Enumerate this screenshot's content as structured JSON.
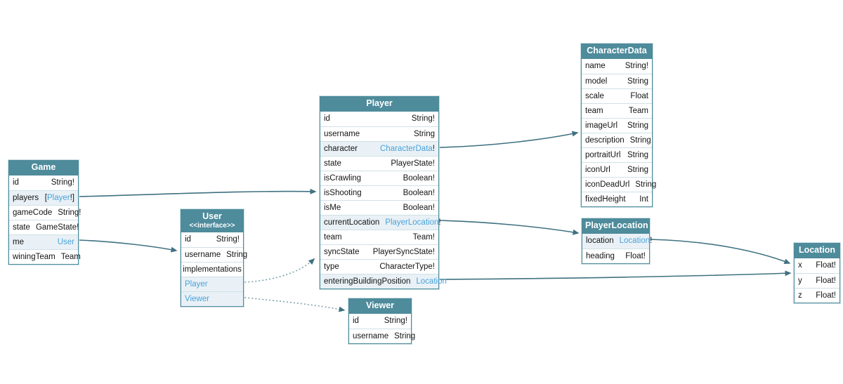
{
  "diagram": {
    "kind": "graphql-schema-type-diagram",
    "background": "#ffffff"
  },
  "colors": {
    "header_bg": "#4e8b9b",
    "header_text": "#ffffff",
    "row_bg": "#ffffff",
    "row_highlight_bg": "#e9f1f6",
    "border": "#4e8b9b",
    "separator": "#cfe1e7",
    "link": "#4aa2d9",
    "edge_solid": "#3f7181",
    "edge_dotted": "#86a8b2",
    "text": "#141414"
  },
  "tables": [
    {
      "title": "Game",
      "rows": [
        {
          "field": "id",
          "type": "String!"
        },
        {
          "field": "players",
          "type": "[Player!]",
          "link": "Player"
        },
        {
          "field": "gameCode",
          "type": "String!"
        },
        {
          "field": "state",
          "type": "GameState!"
        },
        {
          "field": "me",
          "type": "User",
          "link": "User"
        },
        {
          "field": "winingTeam",
          "type": "Team"
        }
      ]
    },
    {
      "title": "User",
      "subtitle": "<<interface>>",
      "rows": [
        {
          "field": "id",
          "type": "String!"
        },
        {
          "field": "username",
          "type": "String"
        },
        {
          "section": "implementations"
        },
        {
          "field": "Player",
          "link_row": true
        },
        {
          "field": "Viewer",
          "link_row": true
        }
      ]
    },
    {
      "title": "Player",
      "rows": [
        {
          "field": "id",
          "type": "String!"
        },
        {
          "field": "username",
          "type": "String"
        },
        {
          "field": "character",
          "type": "CharacterData!",
          "link": "CharacterData"
        },
        {
          "field": "state",
          "type": "PlayerState!"
        },
        {
          "field": "isCrawling",
          "type": "Boolean!"
        },
        {
          "field": "isShooting",
          "type": "Boolean!"
        },
        {
          "field": "isMe",
          "type": "Boolean!"
        },
        {
          "field": "currentLocation",
          "type": "PlayerLocation!",
          "link": "PlayerLocation"
        },
        {
          "field": "team",
          "type": "Team!"
        },
        {
          "field": "syncState",
          "type": "PlayerSyncState!"
        },
        {
          "field": "type",
          "type": "CharacterType!"
        },
        {
          "field": "enteringBuildingPosition",
          "type": "Location",
          "link": "Location"
        }
      ]
    },
    {
      "title": "Viewer",
      "rows": [
        {
          "field": "id",
          "type": "String!"
        },
        {
          "field": "username",
          "type": "String"
        }
      ]
    },
    {
      "title": "CharacterData",
      "rows": [
        {
          "field": "name",
          "type": "String!"
        },
        {
          "field": "model",
          "type": "String"
        },
        {
          "field": "scale",
          "type": "Float"
        },
        {
          "field": "team",
          "type": "Team"
        },
        {
          "field": "imageUrl",
          "type": "String"
        },
        {
          "field": "description",
          "type": "String"
        },
        {
          "field": "portraitUrl",
          "type": "String"
        },
        {
          "field": "iconUrl",
          "type": "String"
        },
        {
          "field": "iconDeadUrl",
          "type": "String"
        },
        {
          "field": "fixedHeight",
          "type": "Int"
        }
      ]
    },
    {
      "title": "PlayerLocation",
      "rows": [
        {
          "field": "location",
          "type": "Location!",
          "link": "Location"
        },
        {
          "field": "heading",
          "type": "Float!"
        }
      ]
    },
    {
      "title": "Location",
      "rows": [
        {
          "field": "x",
          "type": "Float!"
        },
        {
          "field": "y",
          "type": "Float!"
        },
        {
          "field": "z",
          "type": "Float!"
        }
      ]
    }
  ],
  "edges": [
    {
      "from": "Game.players",
      "to": "Player",
      "style": "solid"
    },
    {
      "from": "Game.me",
      "to": "User",
      "style": "solid"
    },
    {
      "from": "Player.character",
      "to": "CharacterData",
      "style": "solid"
    },
    {
      "from": "Player.currentLocation",
      "to": "PlayerLocation",
      "style": "solid"
    },
    {
      "from": "Player.enteringBuildingPosition",
      "to": "Location",
      "style": "solid"
    },
    {
      "from": "PlayerLocation.location",
      "to": "Location",
      "style": "solid"
    },
    {
      "from": "User.Player",
      "to": "Player",
      "style": "dotted"
    },
    {
      "from": "User.Viewer",
      "to": "Viewer",
      "style": "dotted"
    }
  ]
}
